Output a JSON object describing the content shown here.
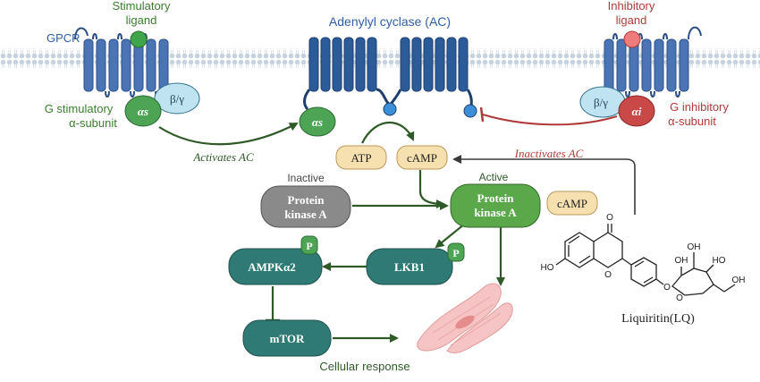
{
  "labels": {
    "gpcr": "GPCR",
    "stim_ligand_1": "Stimulatory",
    "stim_ligand_2": "ligand",
    "adenylyl_cyclase": "Adenylyl cyclase (AC)",
    "inhib_ligand_1": "Inhibitory",
    "inhib_ligand_2": "ligand",
    "g_stim_1": "G stimulatory",
    "g_stim_2": "α-subunit",
    "g_inhib_1": "G inhibitory",
    "g_inhib_2": "α-subunit",
    "alpha_s": "αs",
    "alpha_s_free": "αs",
    "beta_gamma_left": "β/γ",
    "beta_gamma_right": "β/γ",
    "alpha_i": "αi",
    "activates_ac": "Activates AC",
    "inactivates_ac": "Inactivates AC",
    "atp": "ATP",
    "camp": "cAMP",
    "camp_free": "cAMP",
    "inactive": "Inactive",
    "active": "Active",
    "pka_inactive_1": "Protein",
    "pka_inactive_2": "kinase A",
    "pka_active_1": "Protein",
    "pka_active_2": "kinase A",
    "lkb1": "LKB1",
    "ampk": "AMPKα2",
    "mtor": "mTOR",
    "phospho_1": "P",
    "phospho_2": "P",
    "cellular_response": "Cellular response",
    "compound_name": "Liquiritin(LQ)",
    "chem_o_ketone": "O",
    "chem_ho_left": "HO",
    "chem_o_ring1": "O",
    "chem_o_link": "O",
    "chem_o_sugar": "O",
    "chem_oh_top1": "OH",
    "chem_oh_top2": "OH",
    "chem_oh_right": "OH",
    "chem_ho_bottom": "HO"
  },
  "colors": {
    "stimulatory": "#3a7d2c",
    "inhibitory": "#b03a3a",
    "receptor_blue": "#4a74b4",
    "receptor_dark": "#2c4f86",
    "ac_blue": "#2c5b9a",
    "pka_active": "#5aa84a",
    "pka_inactive": "#8a8a8a",
    "teal": "#2f7a74",
    "beta_gamma": "#bfe3f0",
    "nucleotide": "#f6e0b0",
    "text_blue": "#2f5ea6"
  }
}
